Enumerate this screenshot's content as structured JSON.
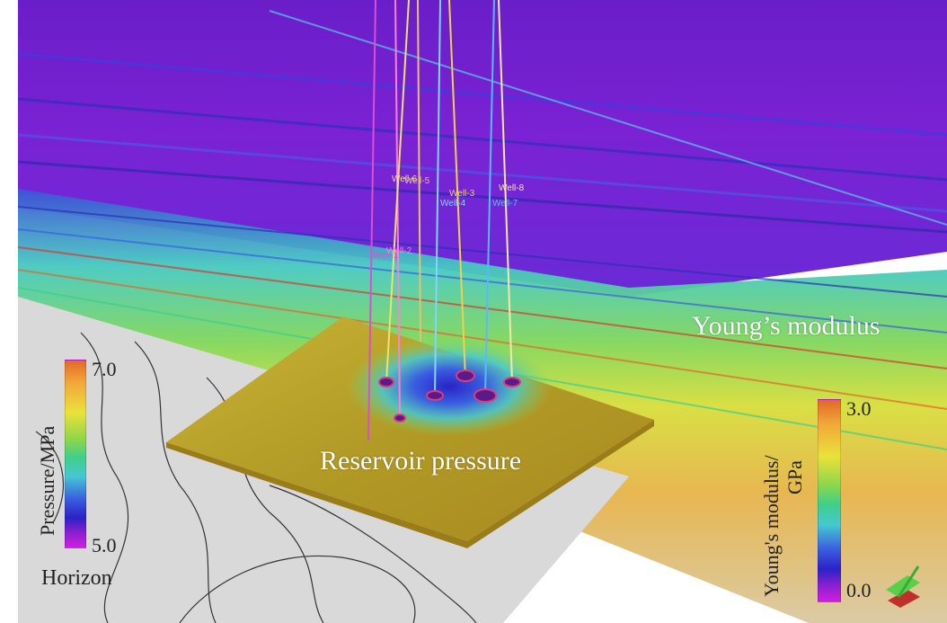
{
  "wells": [
    {
      "id": "w1",
      "label": "Well-1",
      "color": "#d84fd0"
    },
    {
      "id": "w2",
      "label": "Well-2",
      "color": "#ff7fd8"
    },
    {
      "id": "w3",
      "label": "Well-3",
      "color": "#f2d04a"
    },
    {
      "id": "w4",
      "label": "Well-4",
      "color": "#7fd6ff"
    },
    {
      "id": "w5",
      "label": "Well-5",
      "color": "#e8c070"
    },
    {
      "id": "w6",
      "label": "Well-6",
      "color": "#f0e070"
    },
    {
      "id": "w7",
      "label": "Well-7",
      "color": "#5ab8ff"
    },
    {
      "id": "w8",
      "label": "Well-8",
      "color": "#f5e6b0"
    }
  ],
  "captions": {
    "reservoir": "Reservoir pressure",
    "young": "Young’s modulus",
    "horizon": "Horizon"
  },
  "pressure_scale": {
    "title": "Pressure/MPa",
    "max": "7.0",
    "min": "5.0"
  },
  "young_scale": {
    "title_line1": "Young's modulus/",
    "title_line2": "GPa",
    "max": "3.0",
    "min": "0.0"
  },
  "colors": {
    "background_purple": "#7a1fd0",
    "reservoir_surface": "#b9a329",
    "horizon_grey": "#d9d9d9"
  }
}
